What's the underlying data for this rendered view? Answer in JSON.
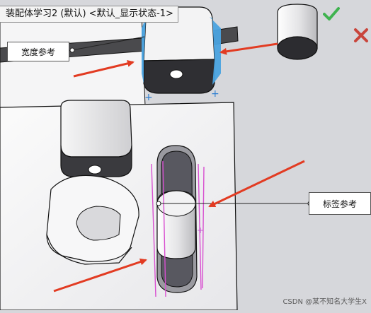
{
  "window": {
    "title": "装配体学习2 (默认) <默认_显示状态-1>"
  },
  "callouts": {
    "width_reference": "宽度参考",
    "tag_reference": "标签参考"
  },
  "toolbar": {
    "confirm_icon": "check-icon",
    "cancel_icon": "close-icon",
    "confirm_color": "#3fb34f",
    "cancel_color": "#c9453b"
  },
  "colors": {
    "highlight_face": "#4aa3e0",
    "selection_outline": "#d84fd0",
    "arrow": "#e23b22"
  },
  "watermark": {
    "text": "CSDN @某不知名大学生X"
  }
}
